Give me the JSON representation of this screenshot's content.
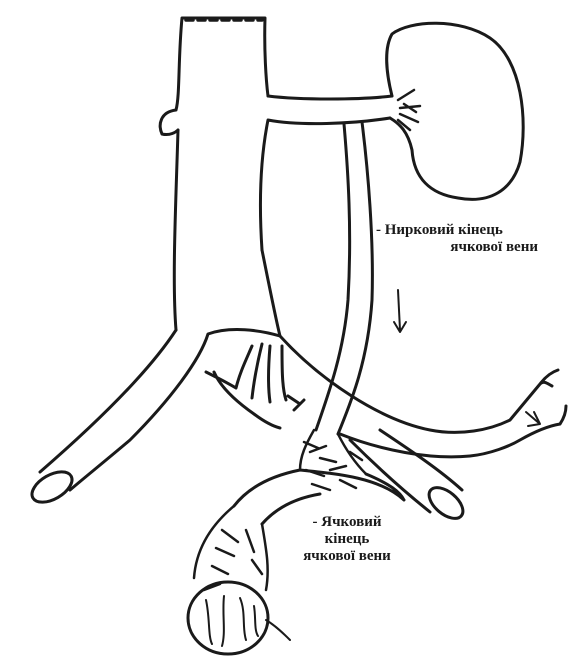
{
  "labels": {
    "renal_end": {
      "line1": "- Нирковий кінець",
      "line2": "ячкової вени"
    },
    "testicular_end": {
      "line1": "- Ячковий",
      "line2": "кінець",
      "line3": "ячкової вени"
    }
  },
  "colors": {
    "ink": "#1a1a1a",
    "background": "#ffffff"
  }
}
